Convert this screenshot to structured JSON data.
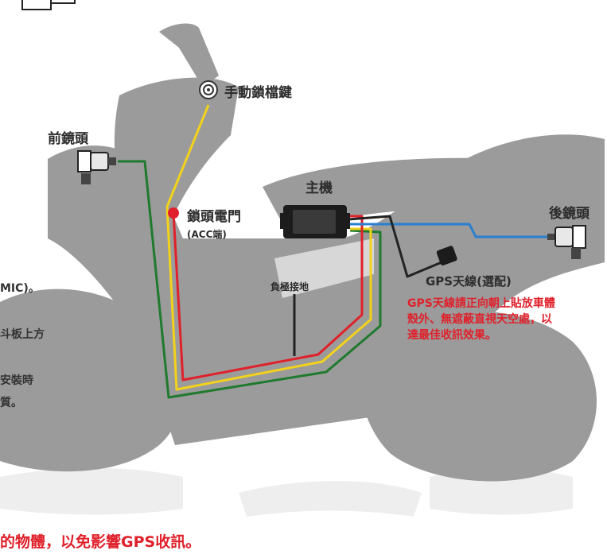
{
  "labels": {
    "manual_lock_key": "手動鎖檔鍵",
    "front_camera": "前鏡頭",
    "main_unit": "主機",
    "ignition": "鎖頭電門",
    "ignition_sub": "(ACC端)",
    "rear_camera": "後鏡頭",
    "ground": "負極接地",
    "gps_antenna": "GPS天線(選配)"
  },
  "gps_note": {
    "line1": "GPS天線請正向朝上貼放車體",
    "line2": "殼外、無遮蔽直視天空處，以",
    "line3": "達最佳收訊效果。"
  },
  "left_fragments": {
    "mic": "MIC)。",
    "panel": "斗板上方",
    "install": "安裝時",
    "quality": "質。"
  },
  "bottom_text": "的物體，以免影響GPS收訊。",
  "colors": {
    "silhouette": "#9b9b9b",
    "acc_wire": "#e0202a",
    "power_wire": "#f2d21b",
    "ground_wire": "#1f7a2e",
    "rear_wire": "#2a7fd0",
    "black_wire": "#222222",
    "note_red": "#e0202a"
  }
}
